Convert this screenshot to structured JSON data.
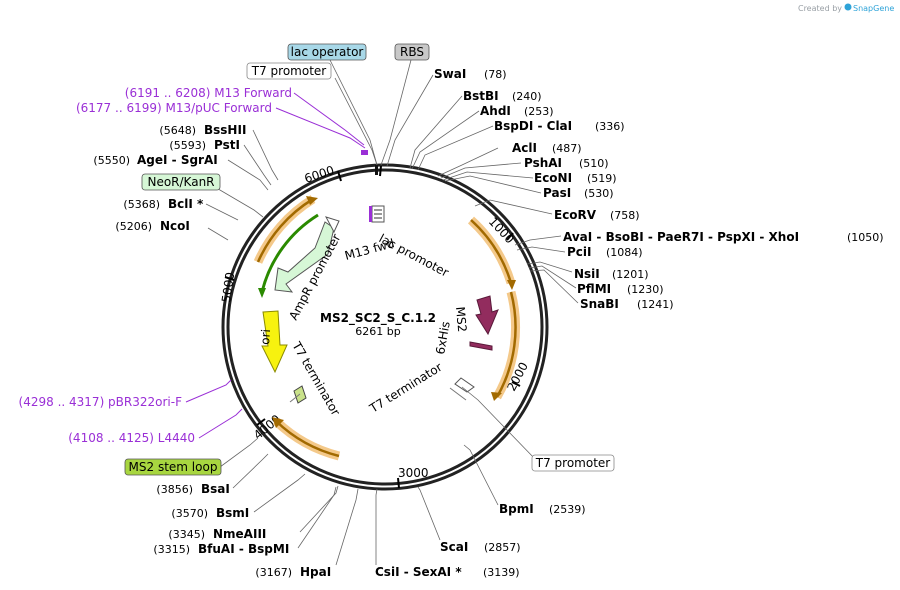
{
  "credit": {
    "text": "Created by",
    "brand": "SnapGene"
  },
  "plasmid": {
    "name": "MS2_SC2_S_C.1.2",
    "length": "6261 bp"
  },
  "ticks": {
    "t1000": "1000",
    "t2000": "2000",
    "t3000": "3000",
    "t4000": "4000",
    "t5000": "5000",
    "t6000": "6000"
  },
  "features": {
    "lac_operator": "lac operator",
    "rbs": "RBS",
    "t7_promoter_top": "T7 promoter",
    "t7_promoter_right": "T7 promoter",
    "neor_kanr": "NeoR/KanR",
    "ms2_stem_loop": "MS2 stem loop",
    "lac_promoter": "lac promoter",
    "m13_fwd": "M13 fwd",
    "ampr_promoter": "AmpR promoter",
    "ori": "ori",
    "t7_terminator_left": "T7 terminator",
    "t7_terminator_right": "T7 terminator",
    "ms2": "MS2",
    "his6": "6xHis"
  },
  "feature_colors": {
    "lac_operator": "#a8d8e8",
    "rbs": "#c8c8c8",
    "neor_kanr": "#d6f7d6",
    "ms2_stem_loop": "#a8d640",
    "ori": "#f7f20f",
    "ms2": "#922c5e",
    "primer": "#9a2fd6",
    "cds_arc": "#a26a00"
  },
  "primers": [
    {
      "label": "(6191 .. 6208)  M13 Forward"
    },
    {
      "label": "(6177 .. 6199)  M13/pUC Forward"
    },
    {
      "label": "(4298 .. 4317)  pBR322ori-F"
    },
    {
      "label": "(4108 .. 4125)  L4440"
    }
  ],
  "sites_right": [
    {
      "name": "SwaI",
      "pos": "(78)"
    },
    {
      "name": "BstBI",
      "pos": "(240)"
    },
    {
      "name": "AhdI",
      "pos": "(253)"
    },
    {
      "name": "BspDI  -  ClaI",
      "pos": "(336)"
    },
    {
      "name": "AclI",
      "pos": "(487)"
    },
    {
      "name": "PshAI",
      "pos": "(510)"
    },
    {
      "name": "EcoNI",
      "pos": "(519)"
    },
    {
      "name": "PasI",
      "pos": "(530)"
    },
    {
      "name": "EcoRV",
      "pos": "(758)"
    },
    {
      "name": "AvaI  -  BsoBI  -  PaeR7I  -  PspXI  -  XhoI",
      "pos": "(1050)"
    },
    {
      "name": "PciI",
      "pos": "(1084)"
    },
    {
      "name": "NsiI",
      "pos": "(1201)"
    },
    {
      "name": "PflMI",
      "pos": "(1230)"
    },
    {
      "name": "SnaBI",
      "pos": "(1241)"
    },
    {
      "name": "BpmI",
      "pos": "(2539)"
    },
    {
      "name": "ScaI",
      "pos": "(2857)"
    },
    {
      "name": "CsiI  -  SexAI *",
      "pos": "(3139)"
    }
  ],
  "sites_left": [
    {
      "name": "BssHII",
      "pos": "(5648)"
    },
    {
      "name": "PstI",
      "pos": "(5593)"
    },
    {
      "name": "AgeI  -  SgrAI",
      "pos": "(5550)"
    },
    {
      "name": "BclI *",
      "pos": "(5368)"
    },
    {
      "name": "NcoI",
      "pos": "(5206)"
    },
    {
      "name": "BsaI",
      "pos": "(3856)"
    },
    {
      "name": "BsmI",
      "pos": "(3570)"
    },
    {
      "name": "NmeAIII",
      "pos": "(3345)"
    },
    {
      "name": "BfuAI  -  BspMI",
      "pos": "(3315)"
    },
    {
      "name": "HpaI",
      "pos": "(3167)"
    }
  ]
}
